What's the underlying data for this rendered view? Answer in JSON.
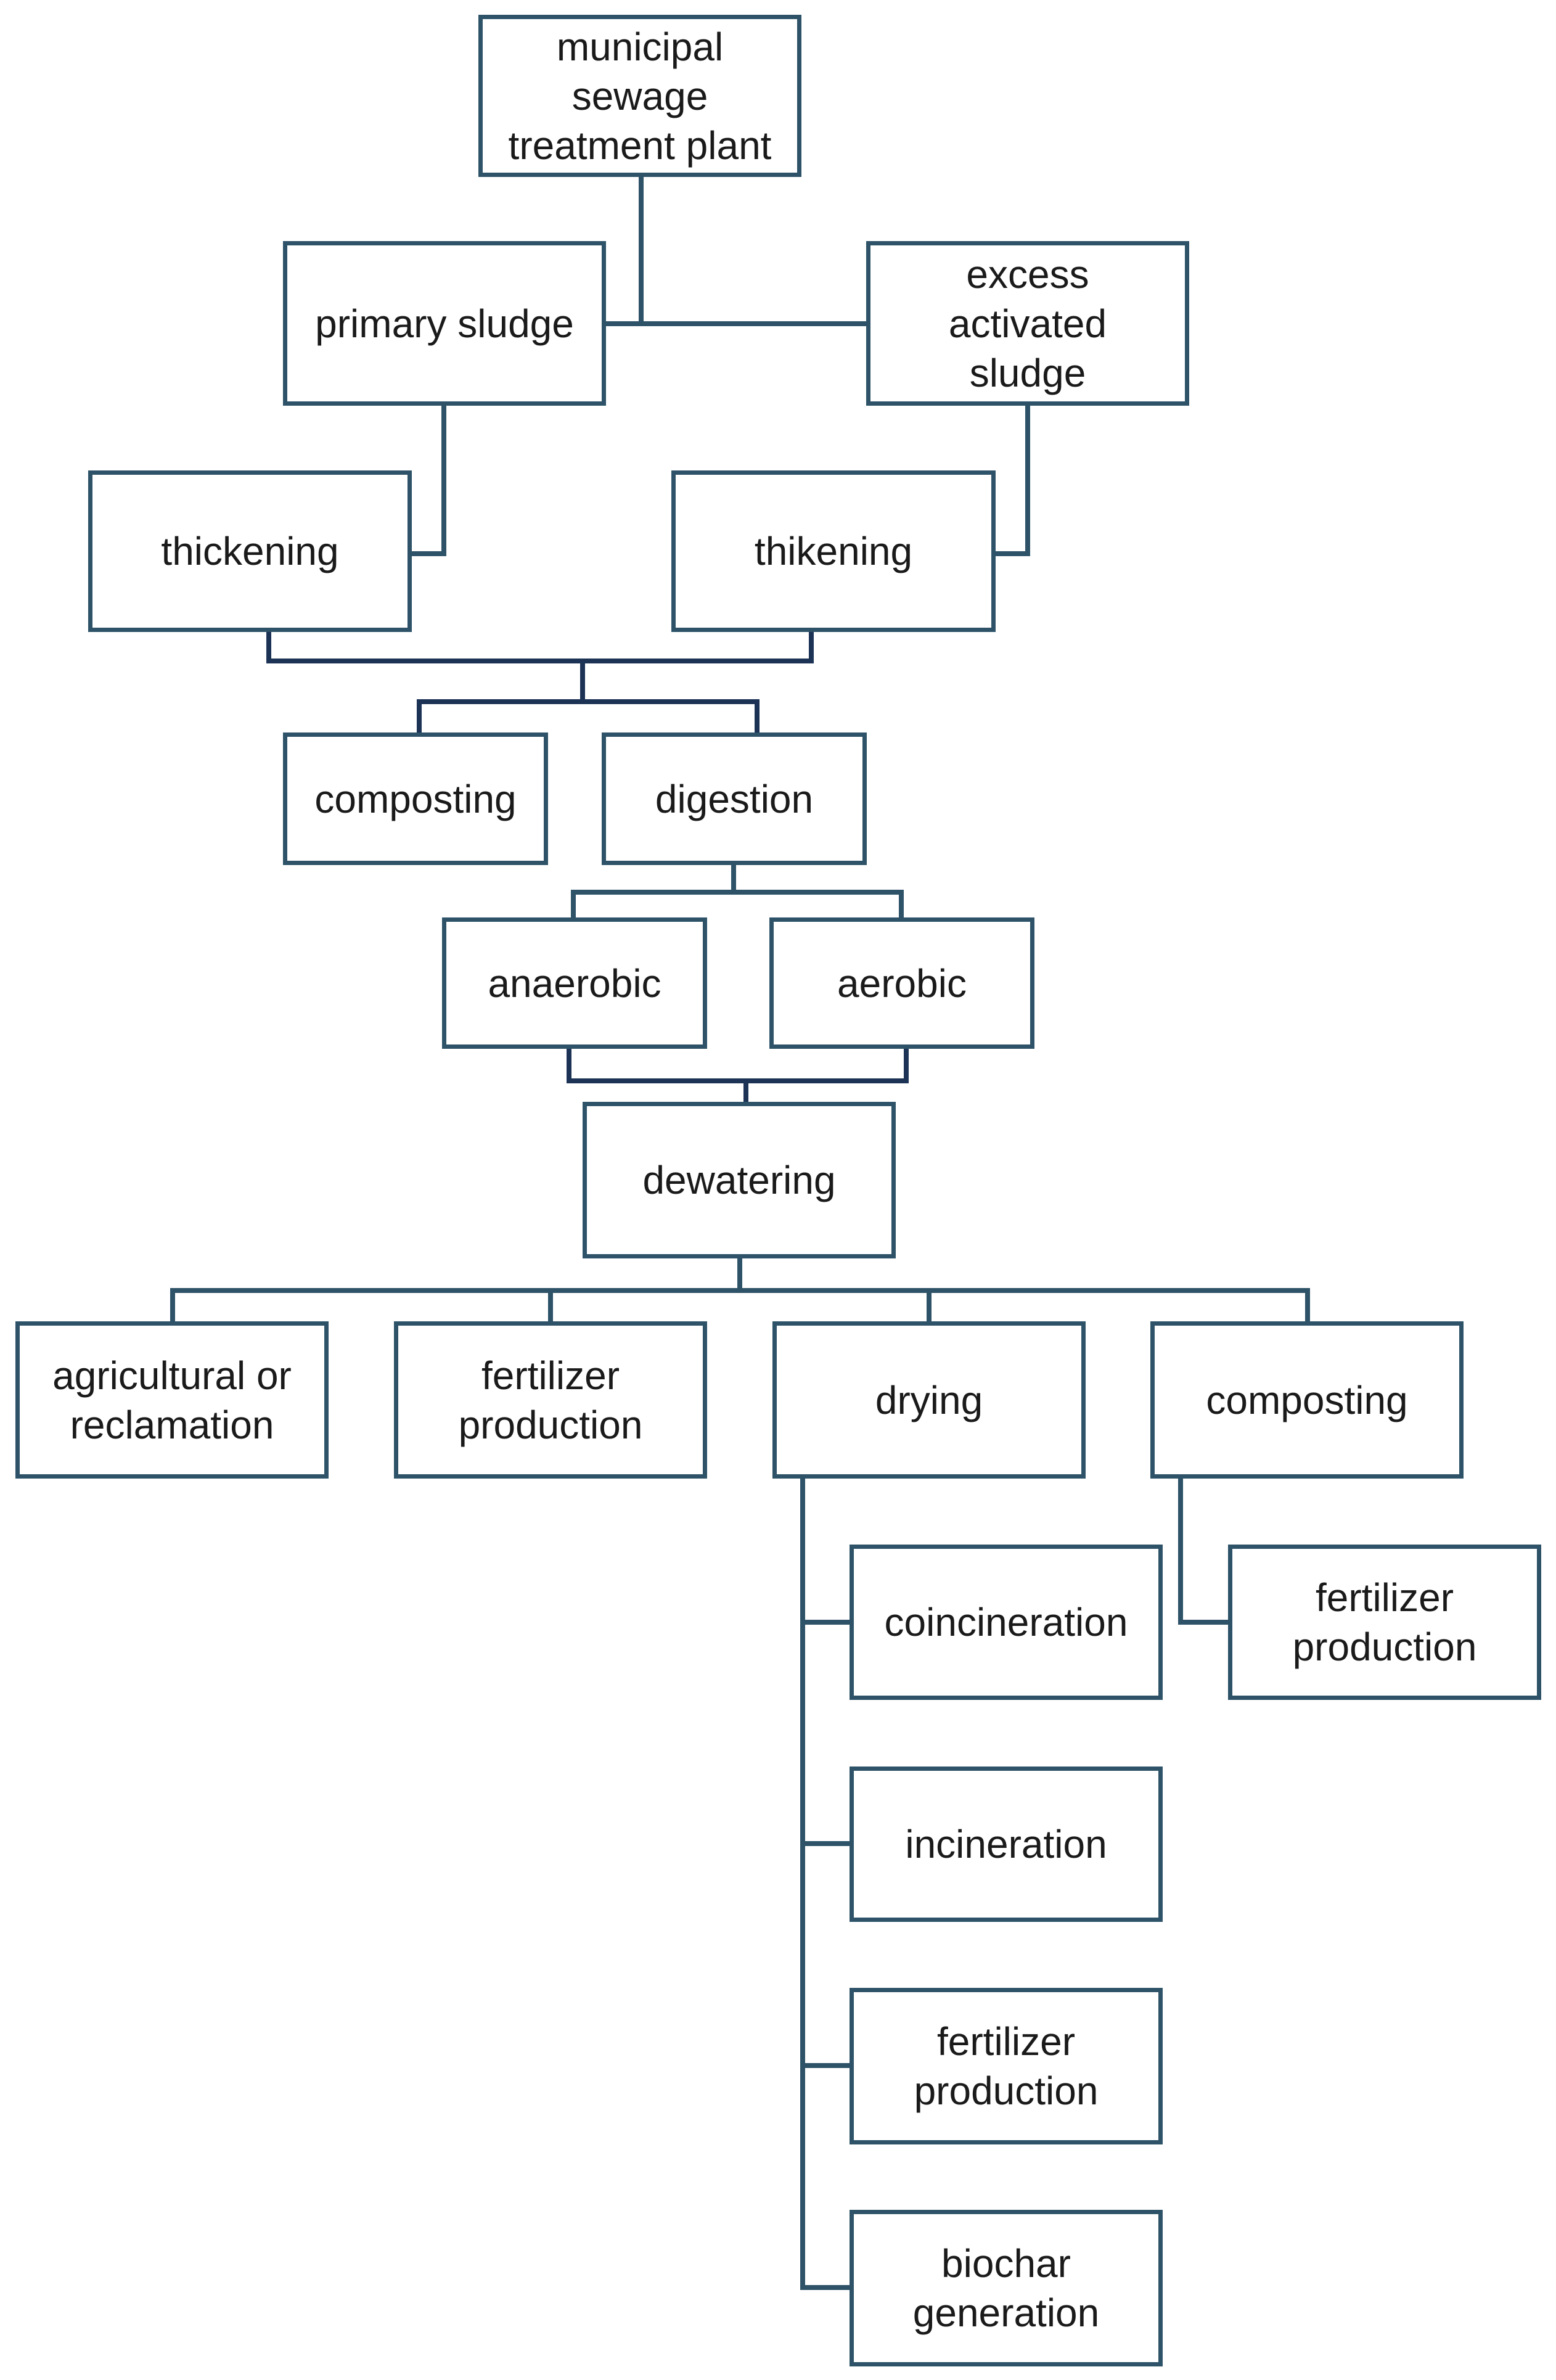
{
  "diagram": {
    "nodes": {
      "plant": "municipal\nsewage\ntreatment plant",
      "primary_sludge": "primary sludge",
      "excess_activated_sludge": "excess\nactivated\nsludge",
      "thickening": "thickening",
      "thikening": "thikening",
      "composting_1": "composting",
      "digestion": "digestion",
      "anaerobic": "anaerobic",
      "aerobic": "aerobic",
      "dewatering": "dewatering",
      "agricultural": "agricultural or\nreclamation",
      "fertilizer_1": "fertilizer\nproduction",
      "drying": "drying",
      "composting_2": "composting",
      "coincineration": "coincineration",
      "fertilizer_2": "fertilizer\nproduction",
      "incineration": "incineration",
      "fertilizer_3": "fertilizer\nproduction",
      "biochar": "biochar\ngeneration"
    },
    "colors": {
      "box_border": "#2e5368",
      "connector_teal": "#2e5368",
      "connector_navy": "#1c3356",
      "text": "#1a1a1a",
      "background": "#ffffff"
    }
  }
}
